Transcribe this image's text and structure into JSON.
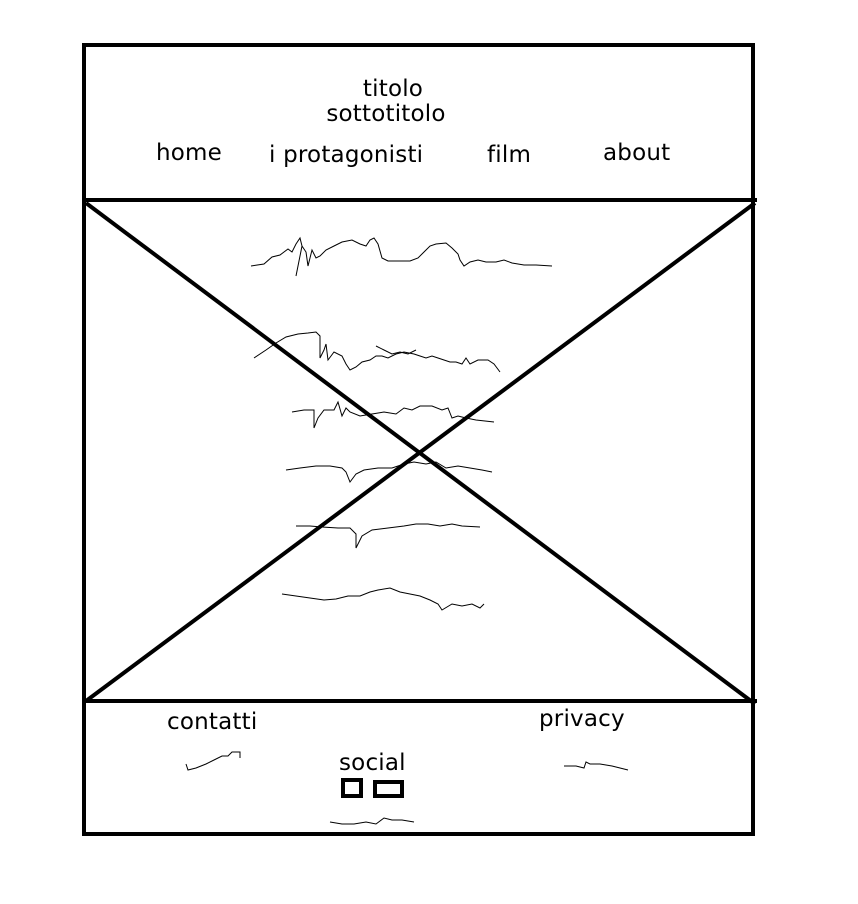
{
  "header": {
    "title": "titolo",
    "subtitle": "sottotitolo",
    "nav": [
      {
        "label": "home"
      },
      {
        "label": "i protagonisti"
      },
      {
        "label": "film"
      },
      {
        "label": "about"
      }
    ]
  },
  "main": {
    "placeholder": "image-placeholder-cross",
    "scribble_lines": 6
  },
  "footer": {
    "contacts_label": "contatti",
    "social_label": "social",
    "privacy_label": "privacy",
    "social_icons": [
      "social-icon-box",
      "social-icon-box"
    ]
  },
  "colors": {
    "line": "#000000",
    "background": "#ffffff"
  }
}
